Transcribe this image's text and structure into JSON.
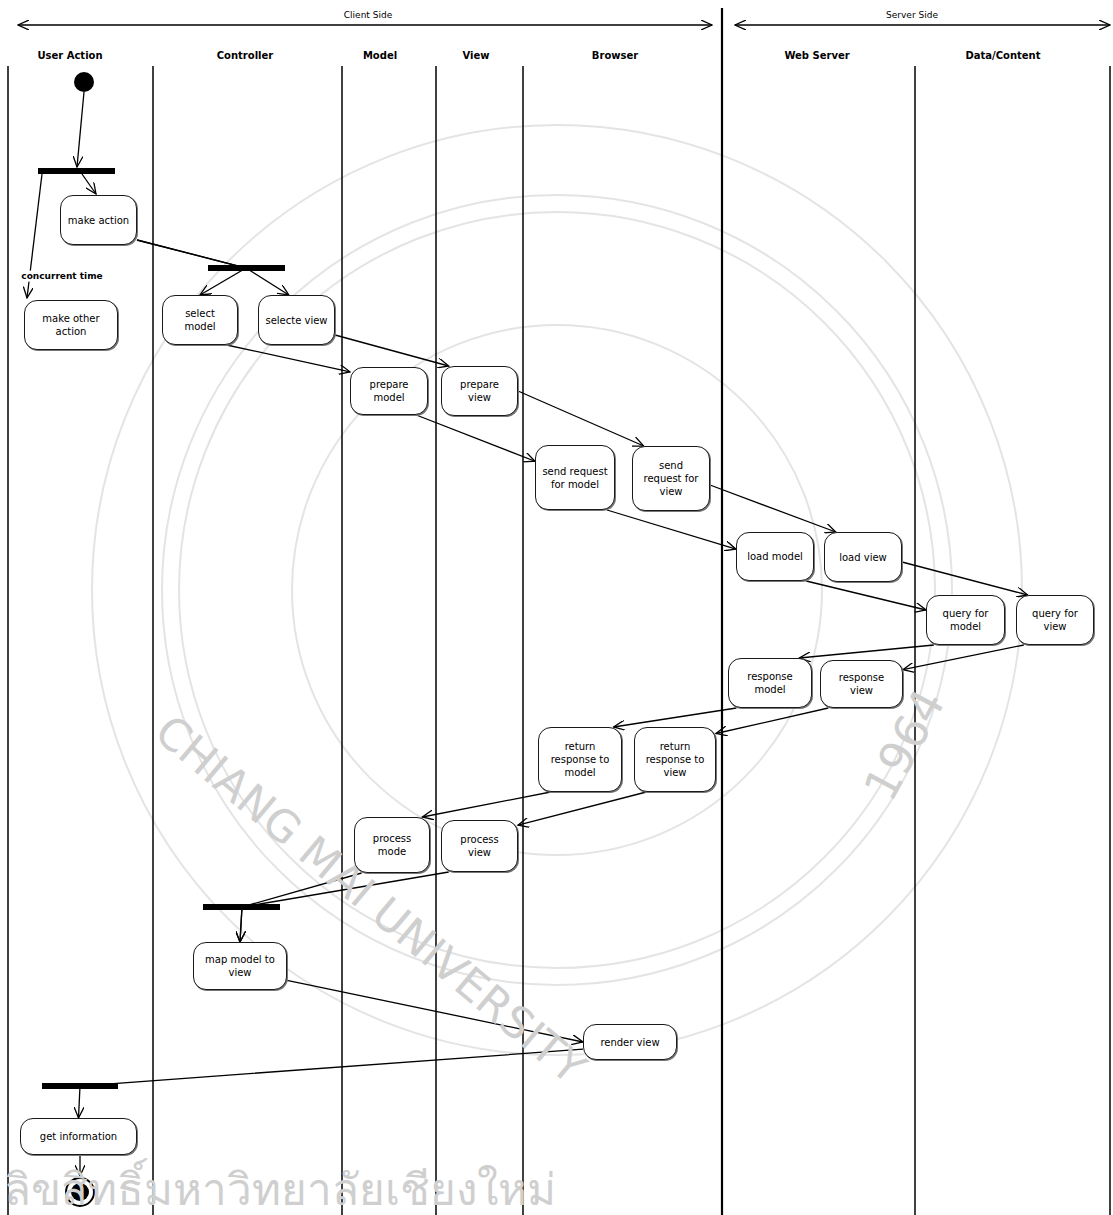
{
  "diagram": {
    "nodes": [
      {
        "text": [
          "make action"
        ]
      },
      {
        "text": [
          "make other action"
        ]
      },
      {
        "text": [
          "select model"
        ]
      },
      {
        "text": [
          "selecte view"
        ]
      },
      {
        "text": [
          "prepare model"
        ]
      },
      {
        "text": [
          "prepare view"
        ]
      },
      {
        "text": [
          "send request for model"
        ]
      },
      {
        "text": [
          "send request for view"
        ]
      },
      {
        "text": [
          "load model"
        ]
      },
      {
        "text": [
          "load view"
        ]
      },
      {
        "text": [
          "query for model"
        ]
      },
      {
        "text": [
          "query for view"
        ]
      },
      {
        "text": [
          "response model"
        ]
      },
      {
        "text": [
          "response view"
        ]
      },
      {
        "text": [
          "return response to model"
        ]
      },
      {
        "text": [
          "return response to view"
        ]
      },
      {
        "text": [
          "process mode"
        ]
      },
      {
        "text": [
          "process view"
        ]
      },
      {
        "text": [
          "map model to view"
        ]
      },
      {
        "text": [
          "render view"
        ]
      },
      {
        "text": [
          "get information"
        ]
      }
    ],
    "edges": [
      {
        "from": 0,
        "to": 2,
        "arrow": "to"
      },
      {
        "from": 0,
        "to": 3,
        "arrow": "to"
      },
      {
        "from": 2,
        "to": 4,
        "arrow": "to"
      },
      {
        "from": 3,
        "to": 5,
        "arrow": "to"
      },
      {
        "from": 4,
        "to": 6,
        "arrow": "to"
      },
      {
        "from": 5,
        "to": 7,
        "arrow": "to"
      },
      {
        "from": 6,
        "to": 8,
        "arrow": "to"
      },
      {
        "from": 7,
        "to": 9,
        "arrow": "to"
      },
      {
        "from": 8,
        "to": 10,
        "arrow": "to"
      },
      {
        "from": 9,
        "to": 11,
        "arrow": "to"
      },
      {
        "from": 10,
        "to": 12,
        "arrow": "to"
      },
      {
        "from": 11,
        "to": 13,
        "arrow": "to"
      },
      {
        "from": 12,
        "to": 14,
        "arrow": "to"
      },
      {
        "from": 13,
        "to": 15,
        "arrow": "to"
      },
      {
        "from": 14,
        "to": 16,
        "arrow": "to"
      },
      {
        "from": 15,
        "to": 17,
        "arrow": "to"
      },
      {
        "from": 16,
        "to": 18,
        "arrow": "to"
      },
      {
        "from": 17,
        "to": 18,
        "arrow": "to"
      },
      {
        "from": 18,
        "to": 19,
        "arrow": "to"
      },
      {
        "from": 19,
        "to": 20,
        "arrow": "to"
      }
    ],
    "labels": [
      "Client Side",
      "Server Side",
      "User Action",
      "Controller",
      "Model",
      "View",
      "Browser",
      "Web Server",
      "Data/Content",
      "concurrent time",
      "CHIANG MAI UNIVERSITY",
      "1964",
      "ลิขสิทธิ์มหาวิทยาลัยเชียงใหม่"
    ]
  }
}
